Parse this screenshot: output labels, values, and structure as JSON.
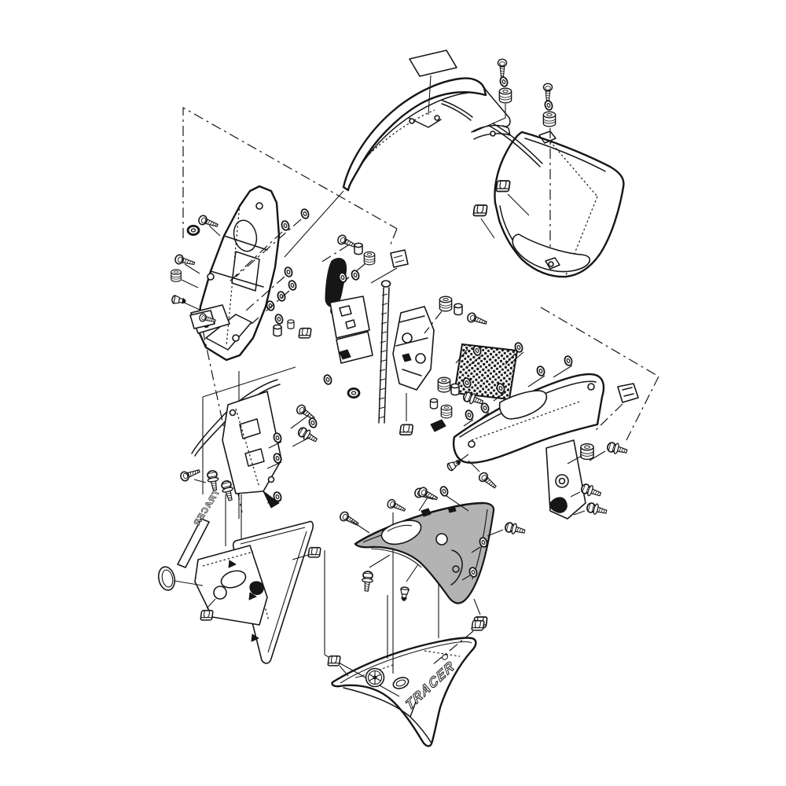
{
  "diagram": {
    "kind": "exploded-parts-diagram",
    "subject": "motorcycle-front-cowling-assembly",
    "colors": {
      "background": "#ffffff",
      "line": "#161616",
      "highlight_fill": "#b3b3b3"
    },
    "labels": {
      "logo_text": "TRACER",
      "sticker_text": "TRACER"
    },
    "highlighted_part": "side-cowl-panel-selected",
    "parts": [
      {
        "id": "windshield-upper-cowl",
        "name": "upper cowl / windshield panel"
      },
      {
        "id": "graphic-sheet",
        "name": "graphic emblem sheet"
      },
      {
        "id": "side-cowl-right",
        "name": "front side cowl (right)"
      },
      {
        "id": "trim-molding-a",
        "name": "trim molding (short)"
      },
      {
        "id": "trim-molding-b",
        "name": "trim molding (long)"
      },
      {
        "id": "fairing-stay-upper",
        "name": "front cowling stay (upper)"
      },
      {
        "id": "fairing-stay-lower",
        "name": "front cowling stay (lower)"
      },
      {
        "id": "center-bracket",
        "name": "center mounting brackets"
      },
      {
        "id": "long-bolt",
        "name": "long mounting bolt"
      },
      {
        "id": "mesh-grille",
        "name": "air-duct mesh grille"
      },
      {
        "id": "inner-panel-right",
        "name": "inner panel (right)"
      },
      {
        "id": "lower-mount-bracket",
        "name": "lower mounting bracket"
      },
      {
        "id": "side-cowl-selected",
        "name": "side cowl panel (highlighted)"
      },
      {
        "id": "side-panel-left",
        "name": "left side panel assembly"
      },
      {
        "id": "round-emblem",
        "name": "round emblem badge"
      },
      {
        "id": "under-cowl-tracer",
        "name": "under cowl with TRACER logo"
      },
      {
        "id": "wheel-badge",
        "name": "round spoked badge"
      },
      {
        "id": "screw",
        "name": "pan-head tapping screw"
      },
      {
        "id": "flange-bolt",
        "name": "flange bolt"
      },
      {
        "id": "washer",
        "name": "washer / grommet ring"
      },
      {
        "id": "grommet",
        "name": "rubber grommet cylinder"
      },
      {
        "id": "collar",
        "name": "spacer collar"
      },
      {
        "id": "nut",
        "name": "well nut"
      },
      {
        "id": "clip",
        "name": "panel clip"
      },
      {
        "id": "rivet",
        "name": "push rivet"
      },
      {
        "id": "damper",
        "name": "rubber damper"
      }
    ]
  }
}
